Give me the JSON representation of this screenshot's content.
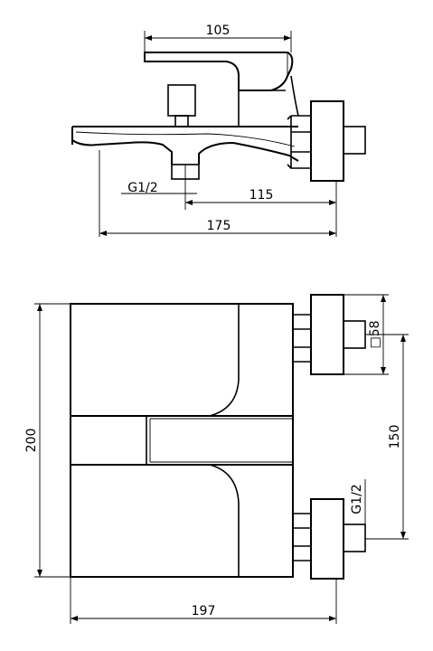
{
  "top_view": {
    "dim_top_width": "105",
    "dim_spout_thread": "G1/2",
    "dim_outlet_offset": "115",
    "dim_overall_length": "175"
  },
  "front_view": {
    "dim_overall_height": "200",
    "dim_overall_width": "197",
    "dim_inlet_spacing": "150",
    "dim_inlet_square": "□58",
    "dim_inlet_thread": "G1/2"
  }
}
